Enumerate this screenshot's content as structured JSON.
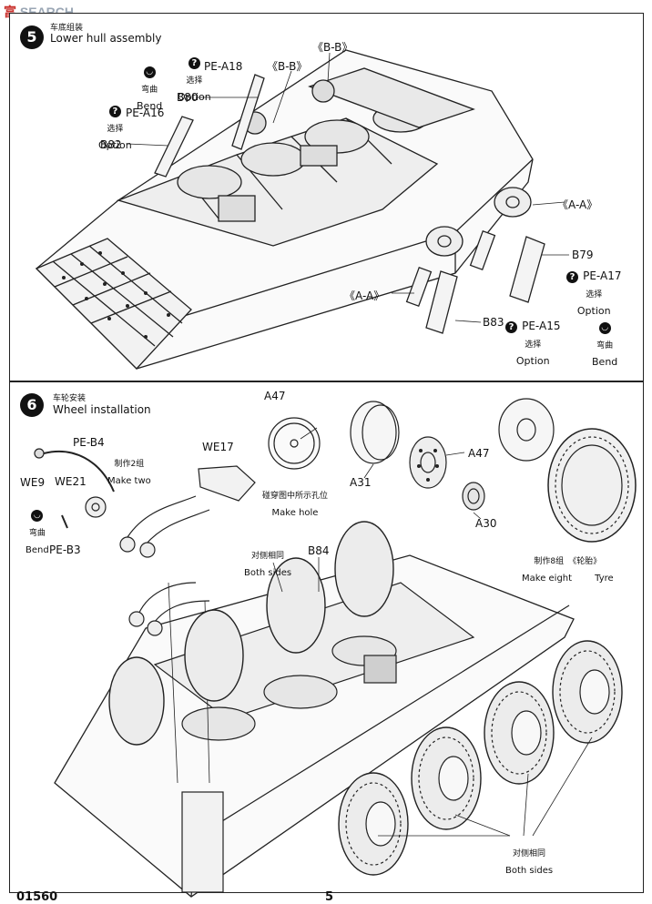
{
  "watermark": {
    "cn": "富",
    "en": "SEARCH"
  },
  "step5": {
    "number": "5",
    "title_cn": "车底组装",
    "title_en": "Lower hull assembly",
    "labels": {
      "pe_a18": "PE-A18",
      "pe_a16": "PE-A16",
      "pe_a17": "PE-A17",
      "pe_a15": "PE-A15",
      "b80": "B80",
      "b82": "B82",
      "b79": "B79",
      "b83": "B83",
      "bb1": "《B-B》",
      "bb2": "《B-B》",
      "aa1": "《A-A》",
      "aa2": "《A-A》"
    },
    "option_cn": "选择",
    "option_en": "Option",
    "bend_cn": "弯曲",
    "bend_en": "Bend"
  },
  "step6": {
    "number": "6",
    "title_cn": "车轮安装",
    "title_en": "Wheel installation",
    "labels": {
      "pe_b4": "PE-B4",
      "we9": "WE9",
      "we21": "WE21",
      "pe_b3": "PE-B3",
      "we17": "WE17",
      "a47_1": "A47",
      "a47_2": "A47",
      "a31": "A31",
      "a30": "A30",
      "b84": "B84"
    },
    "make_two_cn": "制作2组",
    "make_two_en": "Make two",
    "bend_cn": "弯曲",
    "bend_en": "Bend",
    "make_hole_cn": "碰穿图中所示孔位",
    "make_hole_en": "Make hole",
    "make_eight_cn": "制作8组",
    "make_eight_en": "Make eight",
    "tyre_cn": "《轮胎》",
    "tyre_en": "Tyre",
    "both_sides_cn": "对侧相同",
    "both_sides_en": "Both sides"
  },
  "footer": {
    "code": "01560",
    "page": "5"
  }
}
